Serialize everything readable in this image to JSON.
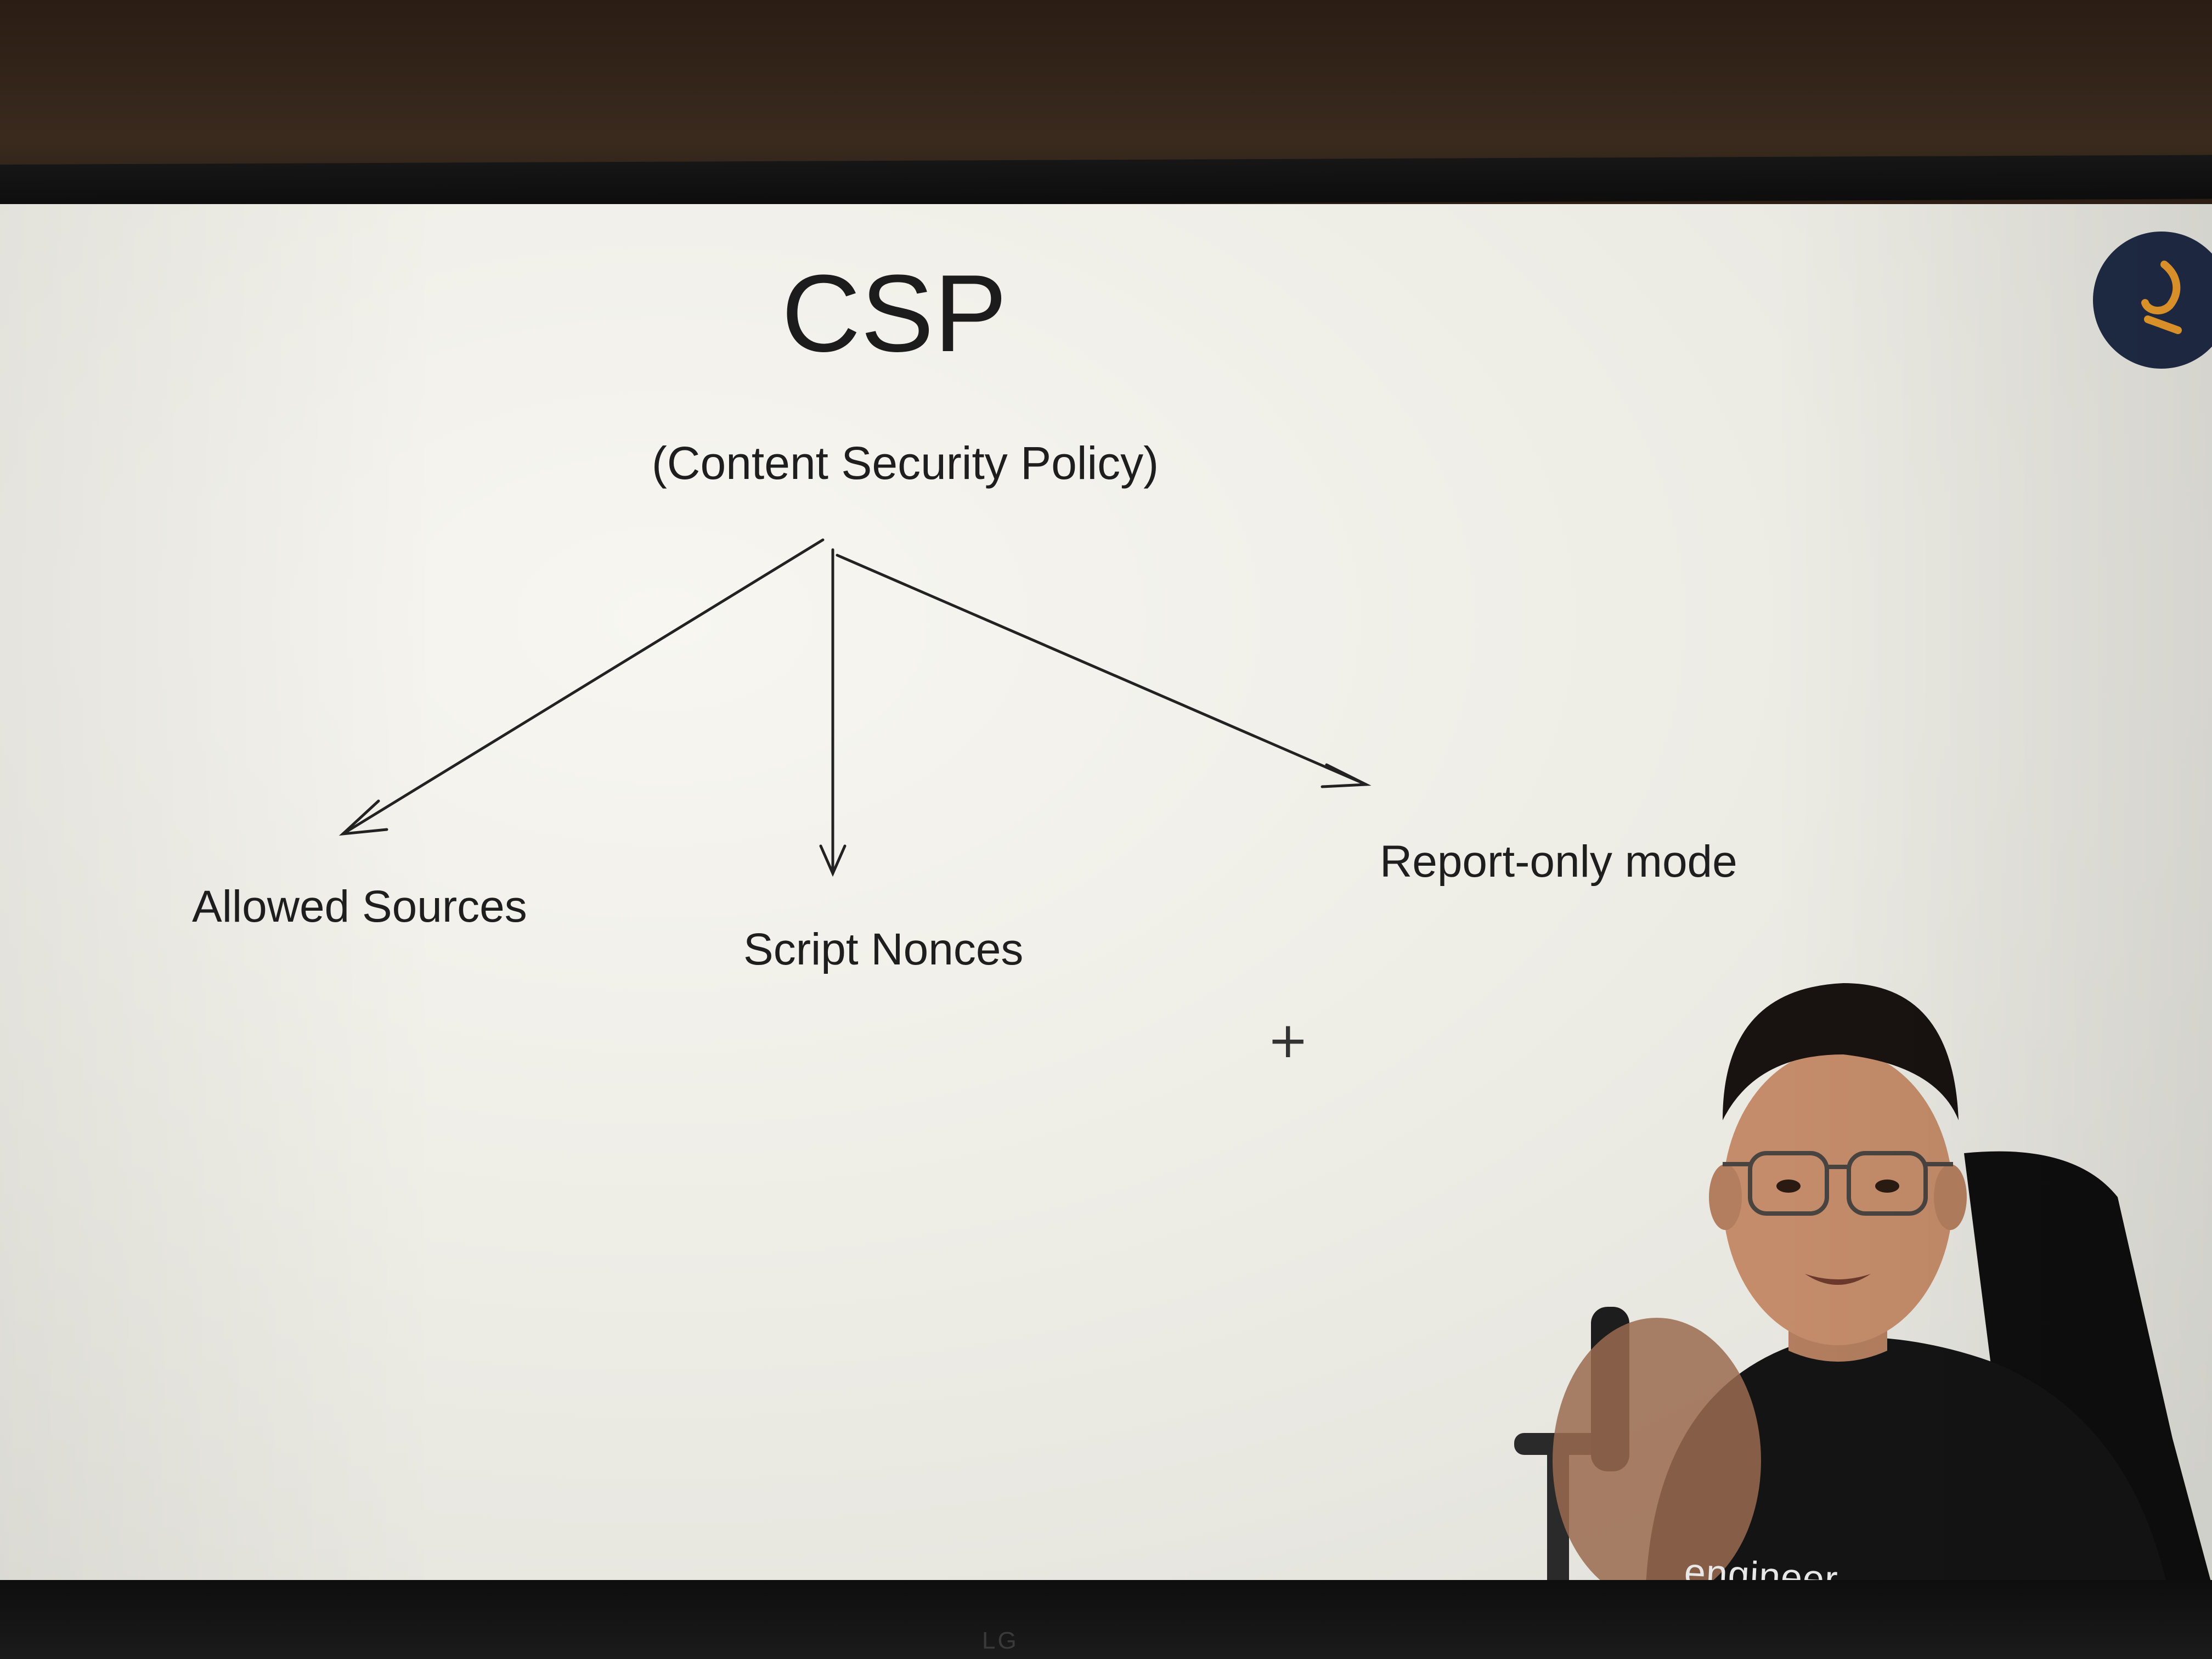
{
  "slide": {
    "title": "CSP",
    "subtitle": "(Content Security Policy)",
    "branches": [
      {
        "label": "Allowed Sources"
      },
      {
        "label": "Script Nonces"
      },
      {
        "label": "Report-only mode"
      }
    ]
  },
  "presenter": {
    "shirt_text": "engineer"
  },
  "monitor": {
    "brand": "LG"
  },
  "colors": {
    "slide_bg": "#f2f1ec",
    "text": "#1e1e1e",
    "badge_bg": "#1f2b45",
    "badge_accent": "#e89a2c"
  },
  "icons": {
    "badge": "brand-logo-icon",
    "cursor": "crosshair-cursor-icon"
  }
}
